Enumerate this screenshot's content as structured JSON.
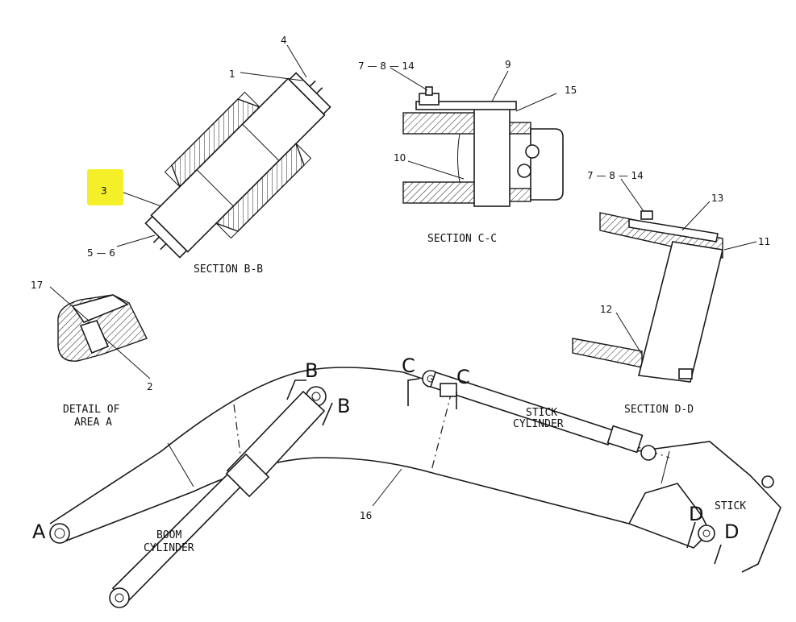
{
  "highlight_color": "#f5ef2a",
  "callouts": {
    "c1": "1",
    "c2": "2",
    "c3": "3",
    "c4": "4",
    "c5_6": "5 — 6",
    "c7_8_14_top": "7 — 8 — 14",
    "c7_8_14_right": "7 — 8 — 14",
    "c9": "9",
    "c10": "10",
    "c11": "11",
    "c12": "12",
    "c13": "13",
    "c15": "15",
    "c16": "16",
    "c17": "17"
  },
  "titles": {
    "section_bb": "SECTION B-B",
    "section_cc": "SECTION C-C",
    "section_dd": "SECTION D-D",
    "detail_a_line1": "DETAIL OF",
    "detail_a_line2": "AREA A"
  },
  "labels": {
    "stick_cylinder_line1": "STICK",
    "stick_cylinder_line2": "CYLINDER",
    "boom_cylinder_line1": "BOOM",
    "boom_cylinder_line2": "CYLINDER",
    "stick": "STICK"
  },
  "markers": {
    "A": "A",
    "B1": "B",
    "B2": "B",
    "C1": "C",
    "C2": "C",
    "D1": "D",
    "D2": "D"
  }
}
